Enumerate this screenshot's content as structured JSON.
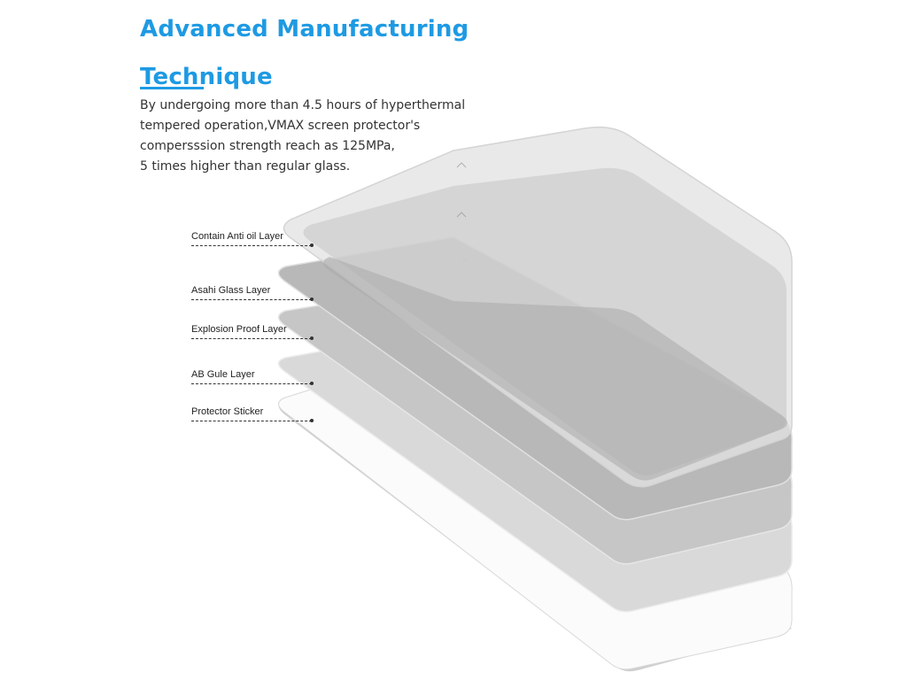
{
  "header": {
    "title_line1": "Advanced Manufacturing",
    "title_line2": "Technique"
  },
  "description": {
    "lines": [
      "By undergoing more than 4.5 hours of hyperthermal",
      "tempered operation,VMAX screen protector's",
      "compersssion strength reach as 125MPa,",
      "5 times higher than regular glass."
    ]
  },
  "layers": [
    {
      "label": "Contain Anti oil Layer"
    },
    {
      "label": "Asahi Glass Layer"
    },
    {
      "label": "Explosion Proof Layer"
    },
    {
      "label": "AB Gule Layer"
    },
    {
      "label": "Protector Sticker"
    }
  ],
  "colors": {
    "title": "#1e9ae3",
    "text": "#333333"
  }
}
